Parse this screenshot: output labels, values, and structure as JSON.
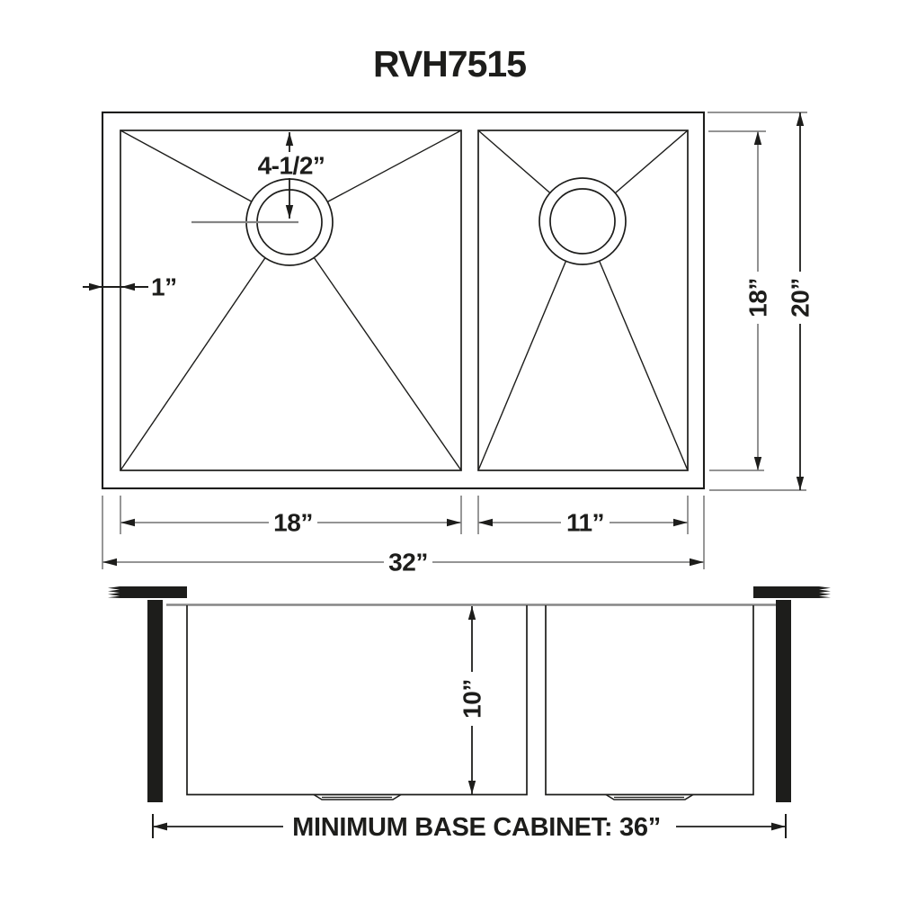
{
  "title": "RVH7515",
  "colors": {
    "line": "#1d1d1b",
    "dimension_gray": "#858585",
    "text": "#1d1d1b",
    "background": "#ffffff"
  },
  "top_view": {
    "labels": {
      "drain_offset": "4-1/2”",
      "rim_width": "1”",
      "bowl_depth": "18”",
      "overall_depth": "20”",
      "left_bowl_width": "18”",
      "right_bowl_width": "11”",
      "overall_width": "32”"
    }
  },
  "side_view": {
    "labels": {
      "bowl_height": "10”",
      "cabinet": "MINIMUM BASE CABINET: 36”"
    }
  }
}
